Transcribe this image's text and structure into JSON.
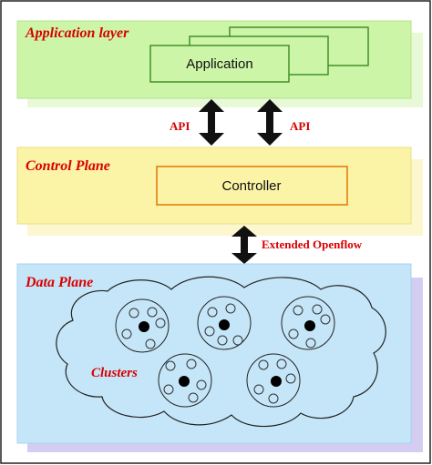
{
  "application_layer": {
    "title": "Application layer",
    "box_label": "Application"
  },
  "api": {
    "left_label": "API",
    "right_label": "API"
  },
  "control_plane": {
    "title": "Control Plane",
    "box_label": "Controller"
  },
  "link": {
    "label": "Extended Openflow"
  },
  "data_plane": {
    "title": "Data Plane",
    "clusters_label": "Clusters"
  },
  "colors": {
    "app_layer_fill": "#ccf5a8",
    "app_layer_shadow": "#e8f9d8",
    "app_box_stroke": "#3a8a1f",
    "control_fill": "#fbf3a6",
    "control_shadow": "#fcf7cf",
    "controller_stroke": "#e07800",
    "data_fill": "#c5e6f9",
    "data_shadow": "#d4cdf1",
    "label_red": "#d90000"
  }
}
